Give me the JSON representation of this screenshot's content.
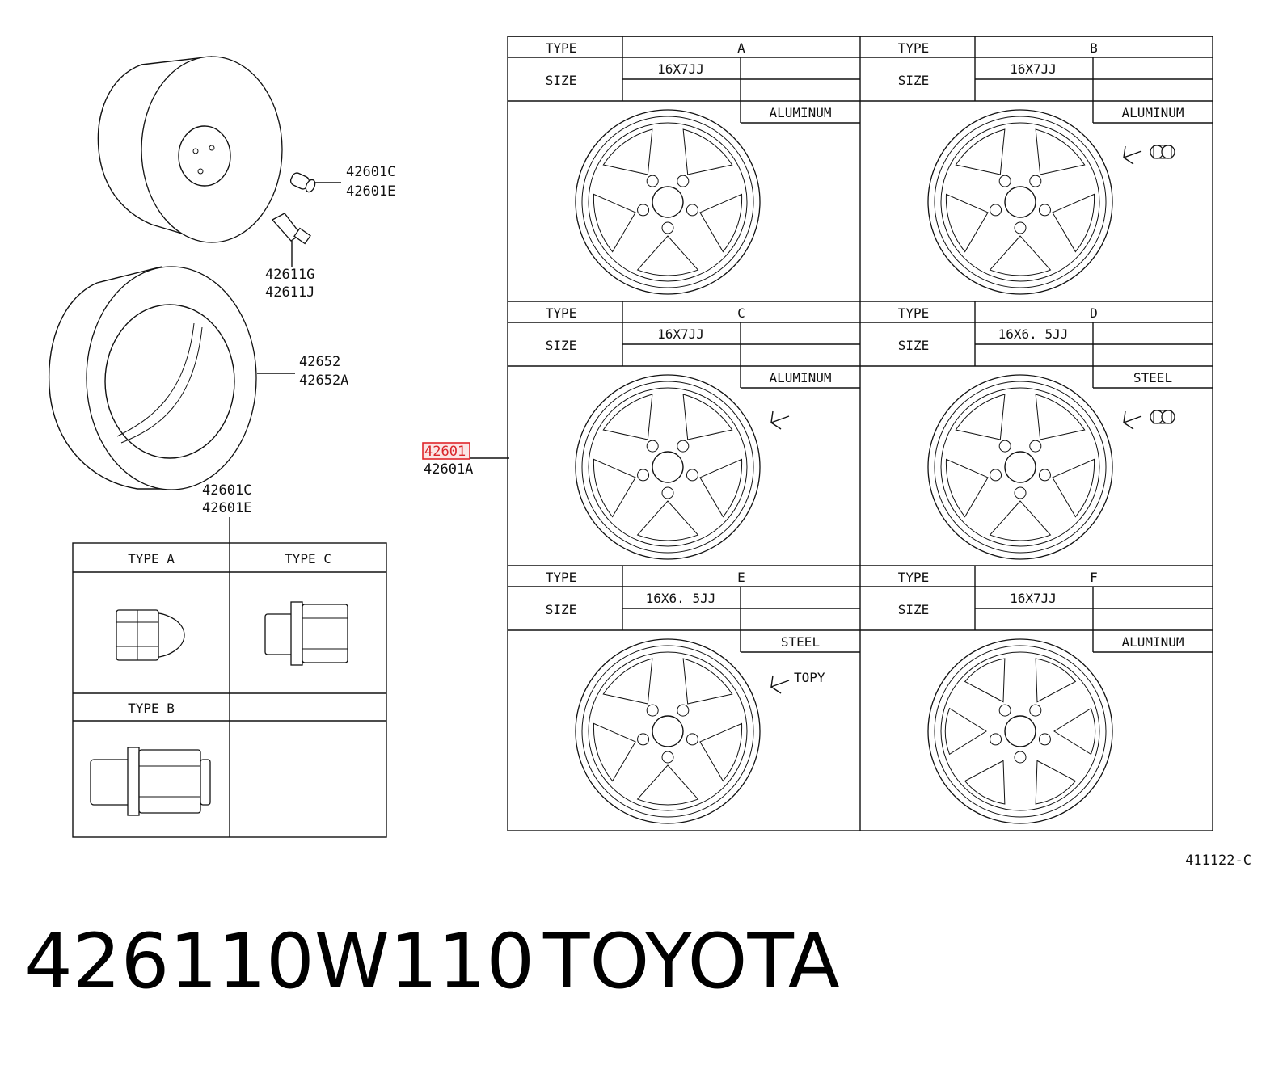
{
  "callouts": {
    "valve_cap": [
      "42601C",
      "42601E"
    ],
    "valve_stem": [
      "42611G",
      "42611J"
    ],
    "tire": [
      "42652",
      "42652A"
    ],
    "nut": [
      "42601C",
      "42601E"
    ],
    "wheel_highlight": "42601",
    "wheel_alt": "42601A"
  },
  "nut_table": {
    "cells": [
      "TYPE  A",
      "TYPE  C",
      "TYPE  B",
      ""
    ]
  },
  "wheel_table": {
    "type_label": "TYPE",
    "size_label": "SIZE",
    "wheels": [
      {
        "type": "A",
        "size": "16X7JJ",
        "material": "ALUMINUM",
        "maker": ""
      },
      {
        "type": "B",
        "size": "16X7JJ",
        "material": "ALUMINUM",
        "maker": ""
      },
      {
        "type": "C",
        "size": "16X7JJ",
        "material": "ALUMINUM",
        "maker": ""
      },
      {
        "type": "D",
        "size": "16X6. 5JJ",
        "material": "STEEL",
        "maker": ""
      },
      {
        "type": "E",
        "size": "16X6. 5JJ",
        "material": "STEEL",
        "maker": "TOPY"
      },
      {
        "type": "F",
        "size": "16X7JJ",
        "material": "ALUMINUM",
        "maker": ""
      }
    ]
  },
  "diagram_code": "411122-C",
  "part_number": "426110W110",
  "brand": "TOYOTA",
  "colors": {
    "highlight": "#e0262b",
    "line": "#111111"
  }
}
